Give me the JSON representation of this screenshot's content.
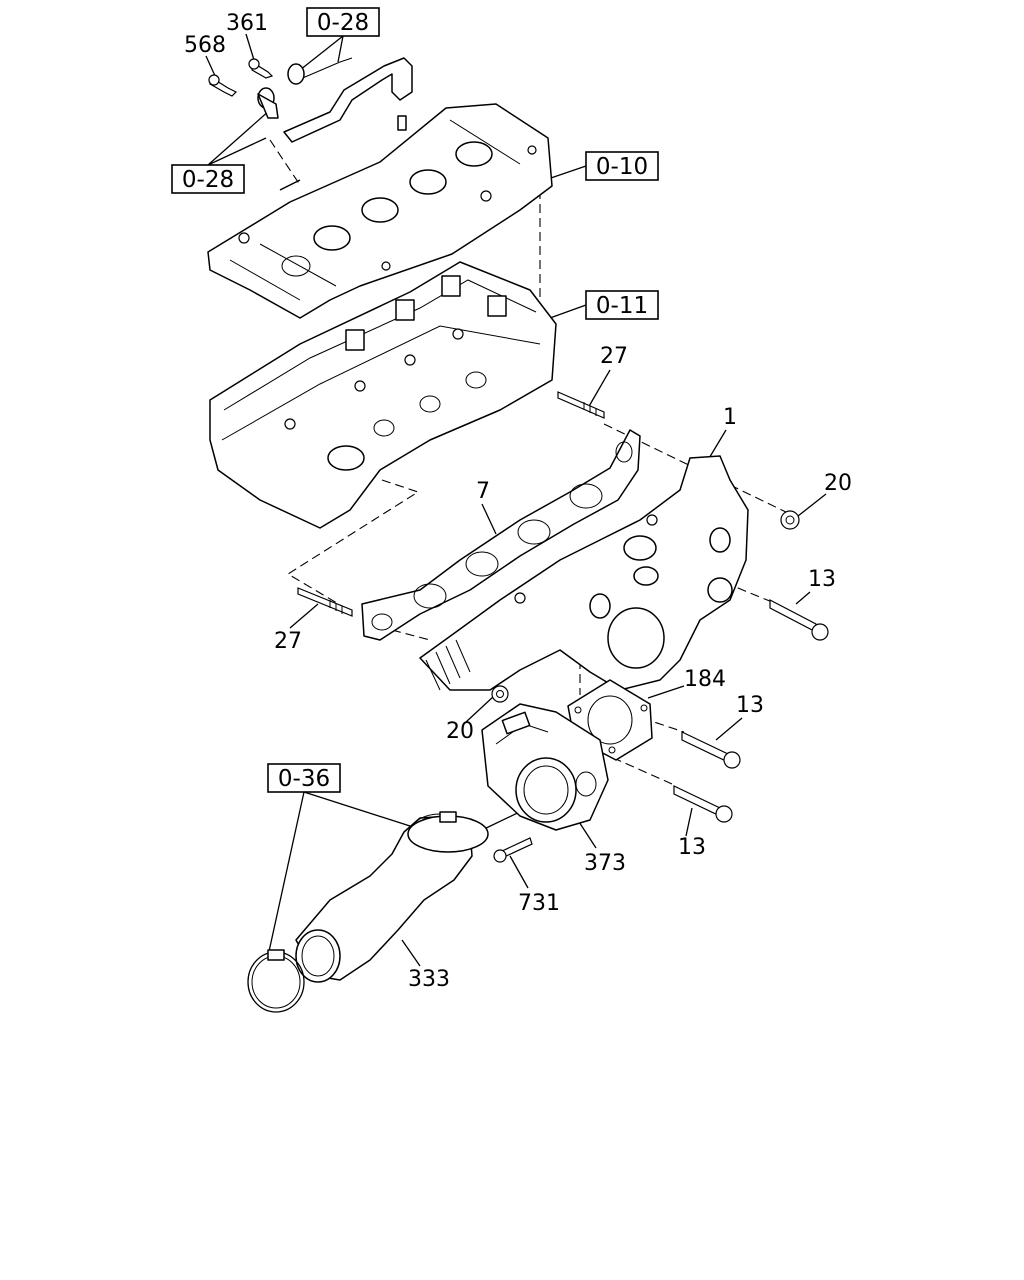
{
  "ref_boxes": {
    "r028_top": "0-28",
    "r028_left": "0-28",
    "r010": "0-10",
    "r011": "0-11",
    "r036": "0-36"
  },
  "part_numbers": {
    "p568": "568",
    "p361": "361",
    "p27_top": "27",
    "p27_left": "27",
    "p1": "1",
    "p20_right": "20",
    "p20_left": "20",
    "p7": "7",
    "p13_a": "13",
    "p13_b": "13",
    "p13_c": "13",
    "p184": "184",
    "p373": "373",
    "p731": "731",
    "p333": "333"
  }
}
